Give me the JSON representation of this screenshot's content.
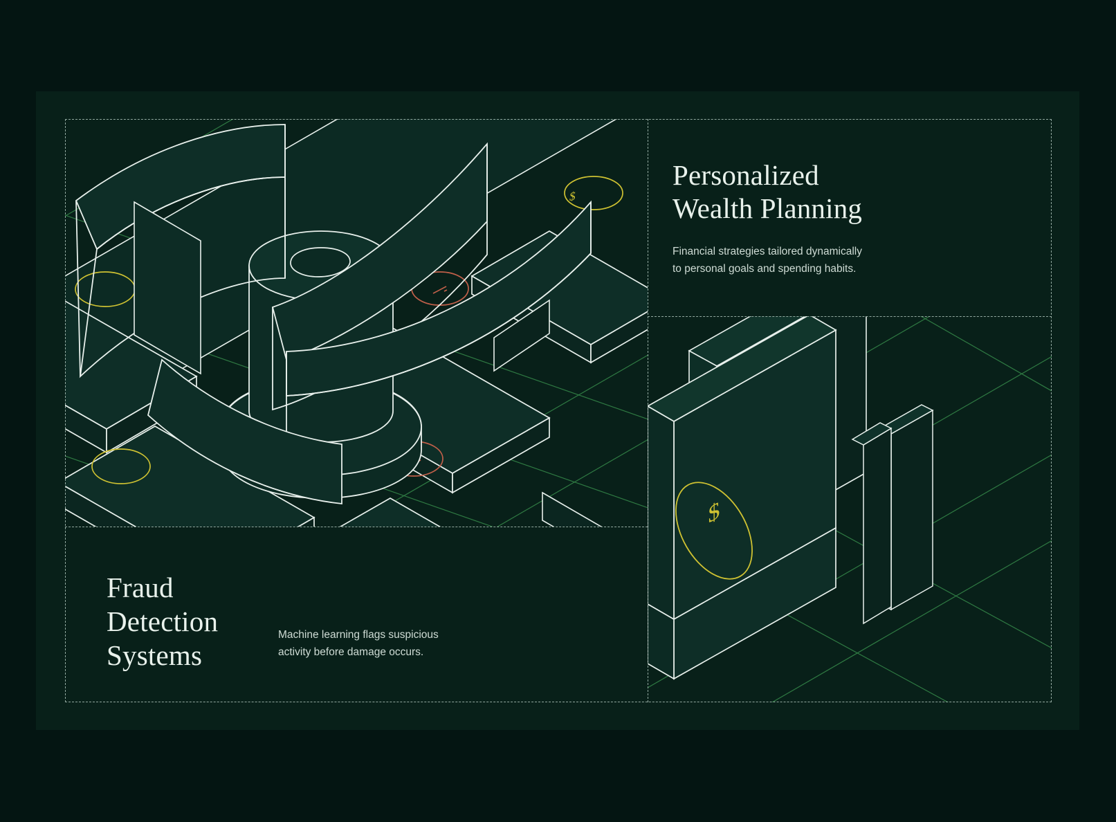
{
  "theme": {
    "page_background": "#041512",
    "card_background": "#082019",
    "frame_stroke": "#93aaa1",
    "illustration_line": "#e8f0ec",
    "grid_line": "#2f7a43",
    "accent_yellow": "#cfc232",
    "accent_red": "#c2604a",
    "heading_color": "#e9f2ec",
    "body_color": "#cfdcd5"
  },
  "panels": {
    "wealth": {
      "heading_line_1": "Personalized",
      "heading_line_2": "Wealth Planning",
      "body_line_1": "Financial strategies tailored dynamically",
      "body_line_2": "to personal goals and spending habits.",
      "illustration_name": "isometric-briefcase-with-dollar-coin"
    },
    "fraud": {
      "heading_line_1": "Fraud",
      "heading_line_2": "Detection",
      "heading_line_3": "Systems",
      "body_line_1": "Machine learning flags suspicious",
      "body_line_2": "activity before damage occurs.",
      "illustration_name": "isometric-magnifier-over-transaction-slabs"
    }
  },
  "illustration_symbols": {
    "dollar_badge": "$",
    "flagged_badge": "\\",
    "dollar_badge_count_fraud": 3,
    "flagged_badge_count_fraud": 2,
    "dollar_badge_count_wealth": 1
  }
}
